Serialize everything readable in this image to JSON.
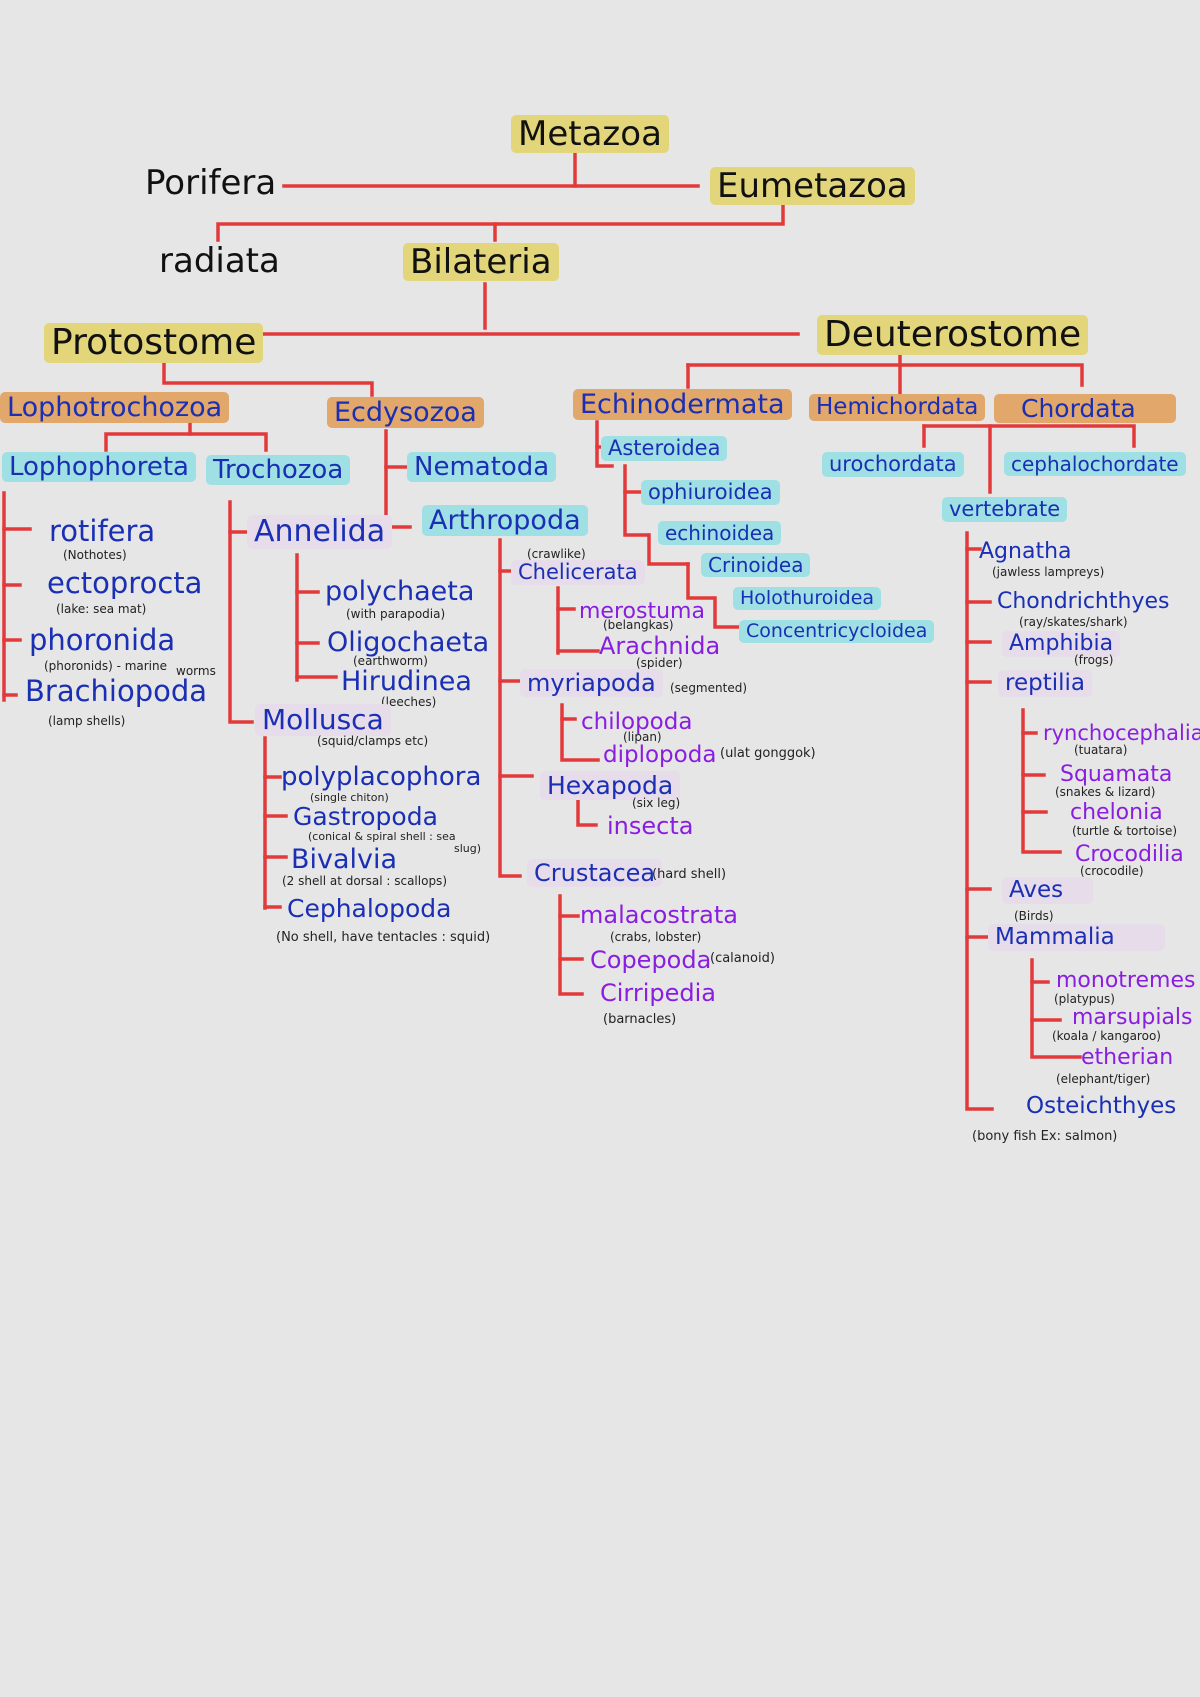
{
  "colors": {
    "background": "#e6e6e6",
    "line": "#e23a3a",
    "yellow": "#e3d67a",
    "orange": "#e2a76a",
    "cyan": "#9fe0e4",
    "lavender": "#e6dcea",
    "blue_text": "#1a2fb4",
    "purple_text": "#8a1ee0"
  },
  "top": {
    "metazoa": "Metazoa",
    "porifera": "Porifera",
    "eumetazoa": "Eumetazoa",
    "radiata": "radiata",
    "bilateria": "Bilateria",
    "protostome": "Protostome",
    "deuterostome": "Deuterostome"
  },
  "protostome": {
    "lophotrochozoa": "Lophotrochozoa",
    "ecdysozoa": "Ecdysozoa",
    "lophophorata": "Lophophoreta",
    "trochozoa": "Trochozoa",
    "rotifera": "rotifera",
    "rotifera_note": "(Nothotes)",
    "ectoprocta": "ectoprocta",
    "ectoprocta_note": "(lake: sea mat)",
    "phoronida": "phoronida",
    "phoronida_note": "(phoronids) - marine",
    "worms": "worms",
    "brachiopoda": "Brachiopoda",
    "brachiopoda_note": "(lamp shells)",
    "annelida": "Annelida",
    "polychaeta": "polychaeta",
    "polychaeta_note": "(with parapodia)",
    "oligochaeta": "Oligochaeta",
    "oligochaeta_note": "(earthworm)",
    "hirudinea": "Hirudinea",
    "hirudinea_note": "(leeches)",
    "mollusca": "Mollusca",
    "mollusca_note": "(squid/clamps etc)",
    "polyplacophora": "polyplacophora",
    "polyplacophora_note": "(single chiton)",
    "gastropoda": "Gastropoda",
    "gastropoda_note": "(conical & spiral shell : sea",
    "gastropoda_note2": "slug)",
    "bivalvia": "Bivalvia",
    "bivalvia_note": "(2 shell at dorsal : scallops)",
    "cephalopoda": "Cephalopoda",
    "cephalopoda_note": "(No shell, have tentacles : squid)",
    "nematoda": "Nematoda",
    "arthropoda": "Arthropoda",
    "crawlike": "(crawlike)",
    "chelicerata": "Chelicerata",
    "merostoma": "merostuma",
    "merostoma_note": "(belangkas)",
    "arachnida": "Arachnida",
    "arachnida_note": "(spider)",
    "myriapoda": "myriapoda",
    "myriapoda_note": "(segmented)",
    "chilopoda": "chilopoda",
    "chilopoda_note": "(lipan)",
    "diplopoda": "diplopoda",
    "diplopoda_note": "(ulat gonggok)",
    "hexapoda": "Hexapoda",
    "hexapoda_note": "(six leg)",
    "insecta": "insecta",
    "crustacea": "Crustacea",
    "crustacea_note": "(hard shell)",
    "malacostraca": "malacostrata",
    "malacostraca_note": "(crabs, lobster)",
    "copepoda": "Copepoda",
    "copepoda_note": "(calanoid)",
    "cirripedia": "Cirripedia",
    "cirripedia_note": "(barnacles)"
  },
  "deuterostome": {
    "echinodermata": "Echinodermata",
    "hemichordata": "Hemichordata",
    "chordata": "Chordata",
    "asteroidea": "Asteroidea",
    "ophiuroidea": "ophiuroidea",
    "echinoidea": "echinoidea",
    "crinoidea": "Crinoidea",
    "holothuroidea": "Holothuroidea",
    "concentricycloidea": "Concentricycloidea",
    "urochordata": "urochordata",
    "cephalochordata": "cephalochordate",
    "vertebrate": "vertebrate",
    "agnatha": "Agnatha",
    "agnatha_note": "(jawless lampreys)",
    "chondrichthyes": "Chondrichthyes",
    "chondrichthyes_note": "(ray/skates/shark)",
    "amphibia": "Amphibia",
    "amphibia_note": "(frogs)",
    "reptilia": "reptilia",
    "rhynchocephalia": "rynchocephalia",
    "rhynchocephalia_note": "(tuatara)",
    "squamata": "Squamata",
    "squamata_note": "(snakes & lizard)",
    "chelonia": "chelonia",
    "chelonia_note": "(turtle & tortoise)",
    "crocodilia": "Crocodilia",
    "crocodilia_note": "(crocodile)",
    "aves": "Aves",
    "aves_note": "(Birds)",
    "mammalia": "Mammalia",
    "monotremes": "monotremes",
    "monotremes_note": "(platypus)",
    "marsupials": "marsupials",
    "marsupials_note": "(koala / kangaroo)",
    "eutherian": "etherian",
    "eutherian_note": "(elephant/tiger)",
    "osteichthyes": "Osteichthyes",
    "osteichthyes_note": "(bony fish  Ex: salmon)"
  }
}
